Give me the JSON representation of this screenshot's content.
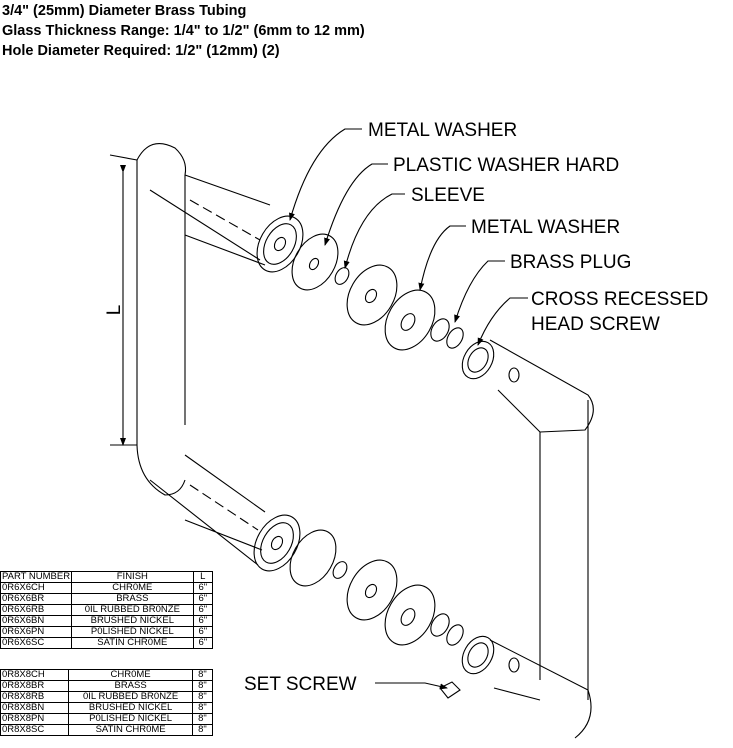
{
  "specs": {
    "line1": "3/4\" (25mm) Diameter Brass Tubing",
    "line2": "Glass Thickness Range: 1/4\" to 1/2\" (6mm to 12 mm)",
    "line3": "Hole Diameter Required: 1/2\" (12mm)  (2)"
  },
  "callouts": {
    "metal_washer_1": "METAL WASHER",
    "plastic_washer": "PLASTIC WASHER HARD",
    "sleeve": "SLEEVE",
    "metal_washer_2": "METAL WASHER",
    "brass_plug": "BRASS PLUG",
    "screw_line1": "CROSS RECESSED",
    "screw_line2": "HEAD SCREW",
    "set_screw": "SET SCREW",
    "dimension_l": "L"
  },
  "table": {
    "headers": [
      "PART NUMBER",
      "FINISH",
      "L"
    ],
    "rows_6": [
      [
        "0R6X6CH",
        "CHR0ME",
        "6\""
      ],
      [
        "0R6X6BR",
        "BRASS",
        "6\""
      ],
      [
        "0R6X6RB",
        "0IL RUBBED BR0NZE",
        "6\""
      ],
      [
        "0R6X6BN",
        "BRUSHED NICKEL",
        "6\""
      ],
      [
        "0R6X6PN",
        "P0LISHED NICKEL",
        "6\""
      ],
      [
        "0R6X6SC",
        "SATIN CHR0ME",
        "6\""
      ]
    ],
    "rows_8": [
      [
        "0R8X8CH",
        "CHR0ME",
        "8\""
      ],
      [
        "0R8X8BR",
        "BRASS",
        "8\""
      ],
      [
        "0R8X8RB",
        "0IL RUBBED BR0NZE",
        "8\""
      ],
      [
        "0R8X8BN",
        "BRUSHED NICKEL",
        "8\""
      ],
      [
        "0R8X8PN",
        "P0LISHED NICKEL",
        "8\""
      ],
      [
        "0R8X8SC",
        "SATIN CHR0ME",
        "8\""
      ]
    ]
  }
}
